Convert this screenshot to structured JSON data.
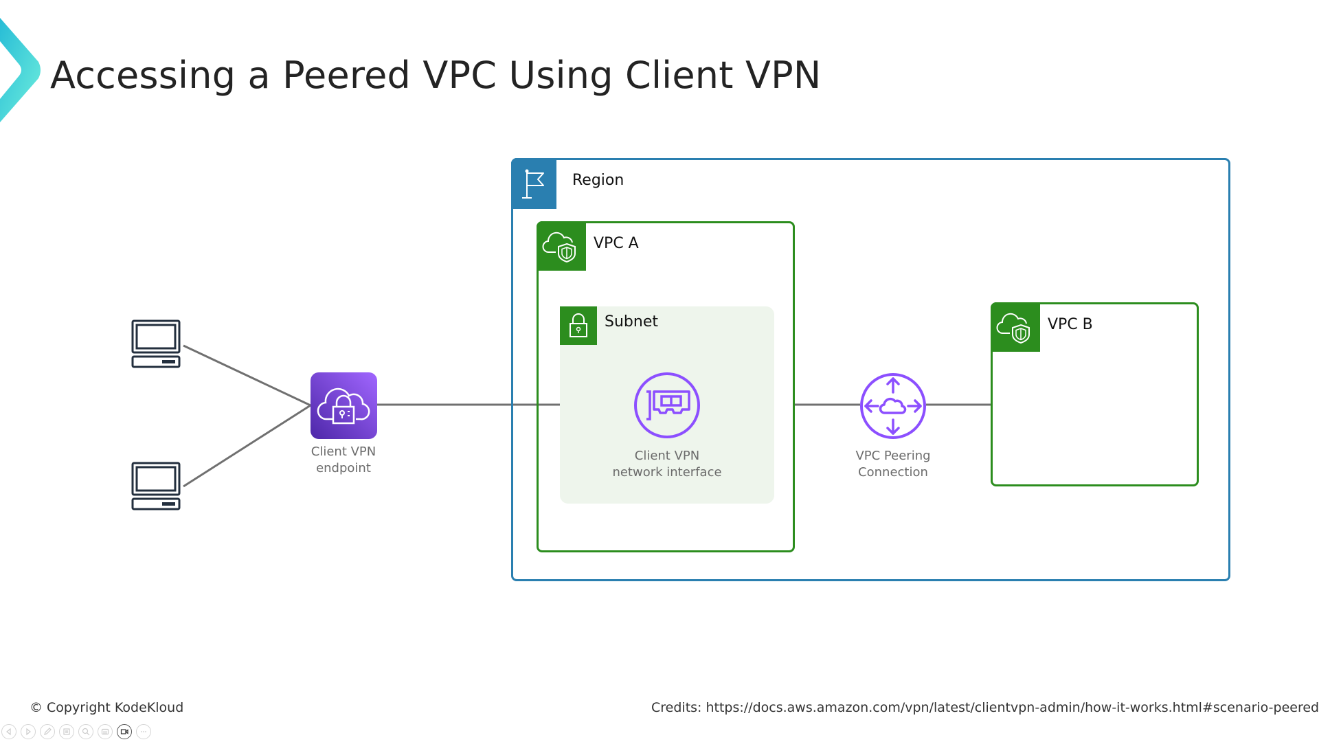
{
  "slide": {
    "title": "Accessing a Peered VPC Using Client VPN"
  },
  "diagram": {
    "region": {
      "label": "Region",
      "icon": "flag-icon",
      "color": "#2a7fb0"
    },
    "vpc_a": {
      "label": "VPC A",
      "icon": "vpc-cloud-shield-icon",
      "color": "#2c8d1e"
    },
    "subnet": {
      "label": "Subnet",
      "icon": "padlock-icon",
      "color": "#2c8d1e"
    },
    "vpc_b": {
      "label": "VPC B",
      "icon": "vpc-cloud-shield-icon",
      "color": "#2c8d1e"
    },
    "clients": [
      {
        "icon": "desktop-computer-icon"
      },
      {
        "icon": "desktop-computer-icon"
      }
    ],
    "client_vpn_endpoint": {
      "caption_line1": "Client VPN",
      "caption_line2": "endpoint",
      "icon": "cloud-lock-icon",
      "color": "#7b3fe4"
    },
    "client_vpn_eni": {
      "caption_line1": "Client VPN",
      "caption_line2": "network interface",
      "icon": "network-interface-card-icon",
      "color": "#8c4fff"
    },
    "vpc_peering": {
      "caption_line1": "VPC Peering",
      "caption_line2": "Connection",
      "icon": "peering-arrows-cloud-icon",
      "color": "#8c4fff"
    },
    "connector_color": "#707070"
  },
  "footer": {
    "copyright": "© Copyright KodeKloud",
    "credits": "Credits: https://docs.aws.amazon.com/vpn/latest/clientvpn-admin/how-it-works.html#scenario-peered"
  },
  "controls": [
    {
      "name": "previous-slide",
      "icon": "chevron-left-icon"
    },
    {
      "name": "next-slide",
      "icon": "chevron-right-icon"
    },
    {
      "name": "pen",
      "icon": "pen-icon"
    },
    {
      "name": "see-all-slides",
      "icon": "slides-icon"
    },
    {
      "name": "zoom",
      "icon": "magnifier-icon"
    },
    {
      "name": "subtitles",
      "icon": "subtitles-icon"
    },
    {
      "name": "camera",
      "icon": "camera-icon"
    },
    {
      "name": "more-options",
      "icon": "ellipsis-icon"
    }
  ]
}
